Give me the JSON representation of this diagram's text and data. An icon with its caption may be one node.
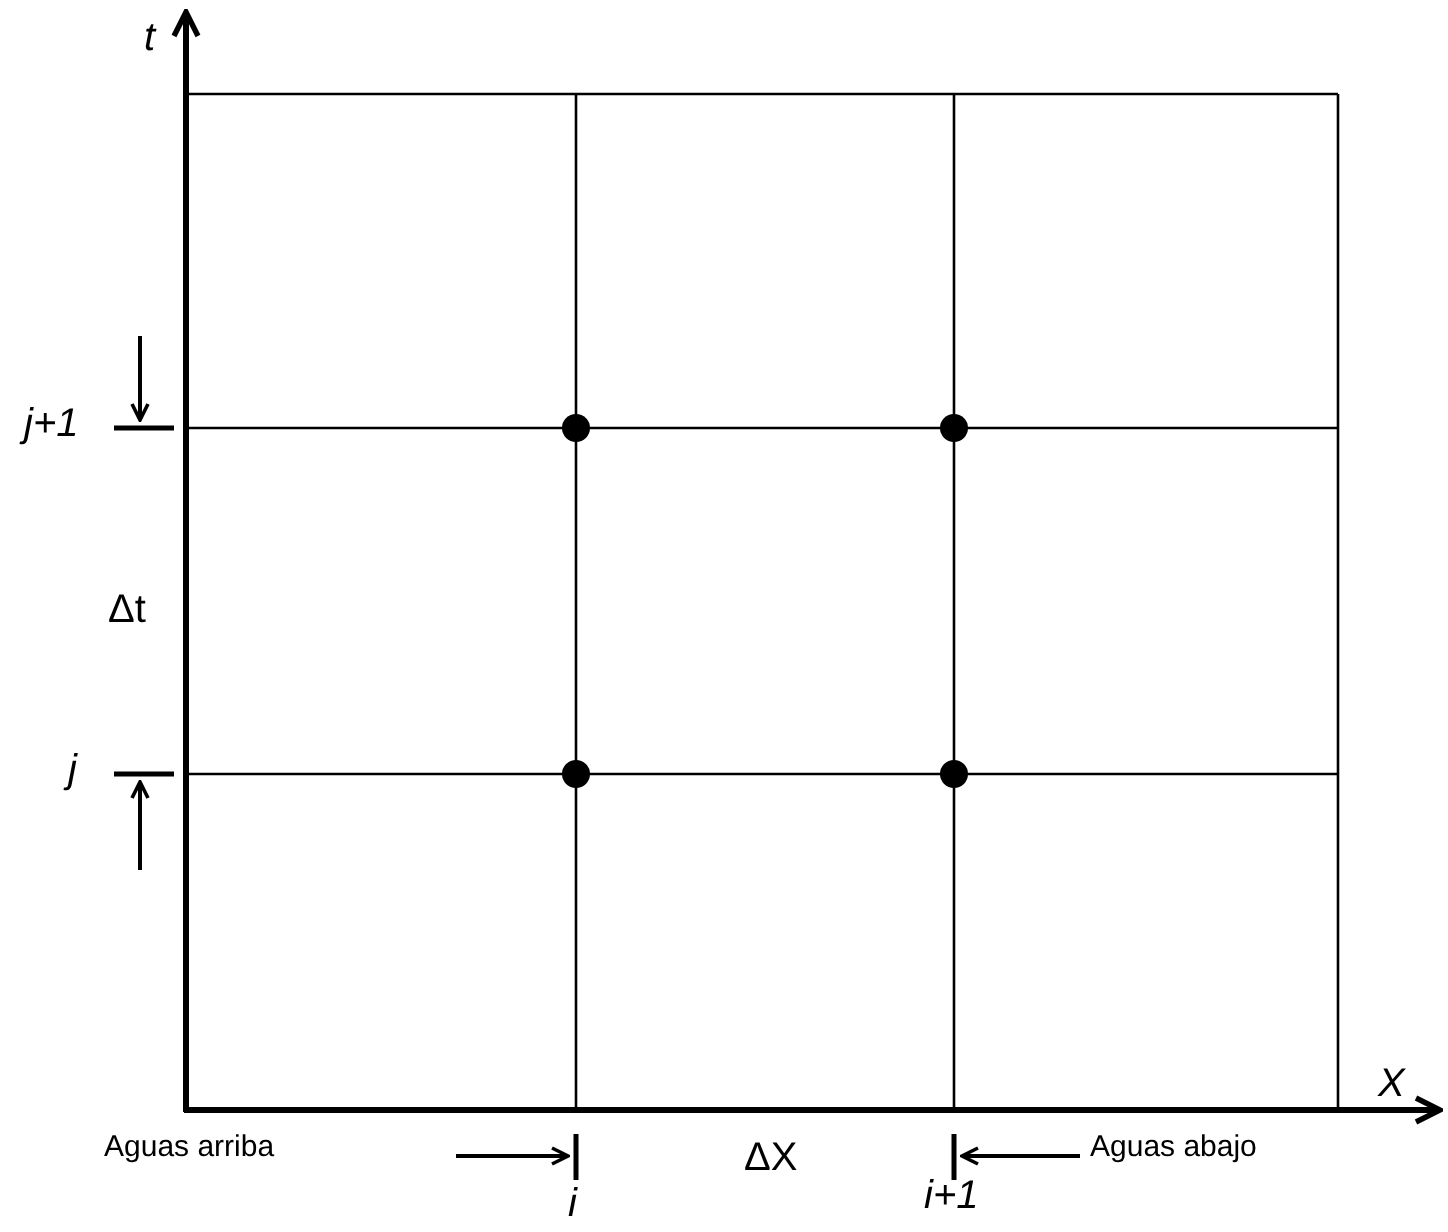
{
  "diagram": {
    "labels": [
      "t",
      "j+1",
      "Δt",
      "j",
      "X",
      "Aguas arriba",
      "ΔX",
      "Aguas abajo",
      "i",
      "i+1"
    ]
  }
}
